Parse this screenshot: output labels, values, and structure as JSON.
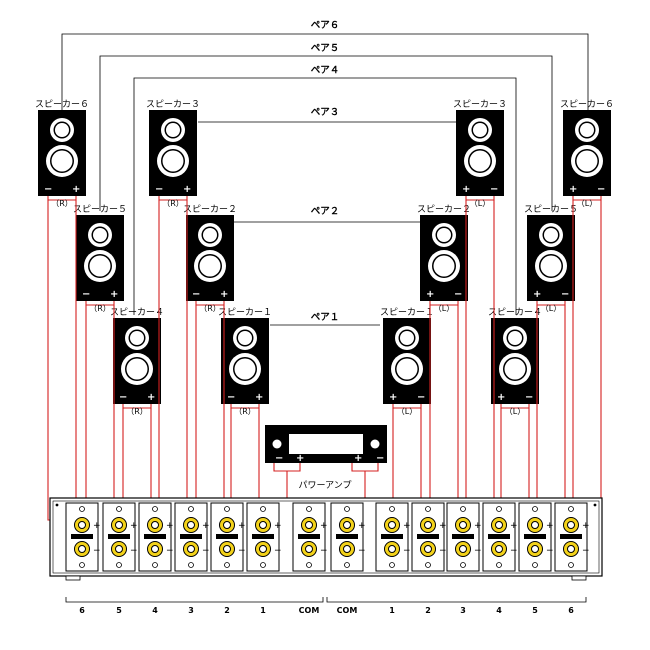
{
  "pairs": [
    {
      "label": "ペア１"
    },
    {
      "label": "ペア２"
    },
    {
      "label": "ペア３"
    },
    {
      "label": "ペア４"
    },
    {
      "label": "ペア５"
    },
    {
      "label": "ペア６"
    }
  ],
  "speakers": [
    {
      "label": "スピーカー１"
    },
    {
      "label": "スピーカー２"
    },
    {
      "label": "スピーカー３"
    },
    {
      "label": "スピーカー４"
    },
    {
      "label": "スピーカー５"
    },
    {
      "label": "スピーカー６"
    }
  ],
  "channel_right": "（R）",
  "channel_left": "（L）",
  "plus": "+",
  "minus": "−",
  "amp_label": "パワーアンプ",
  "terminal_labels": [
    "6",
    "5",
    "4",
    "3",
    "2",
    "1",
    "COM",
    "COM",
    "1",
    "2",
    "3",
    "4",
    "5",
    "6"
  ],
  "colors": {
    "wire": "#d42020",
    "terminal": "#f3d21a",
    "outline": "#000000"
  }
}
